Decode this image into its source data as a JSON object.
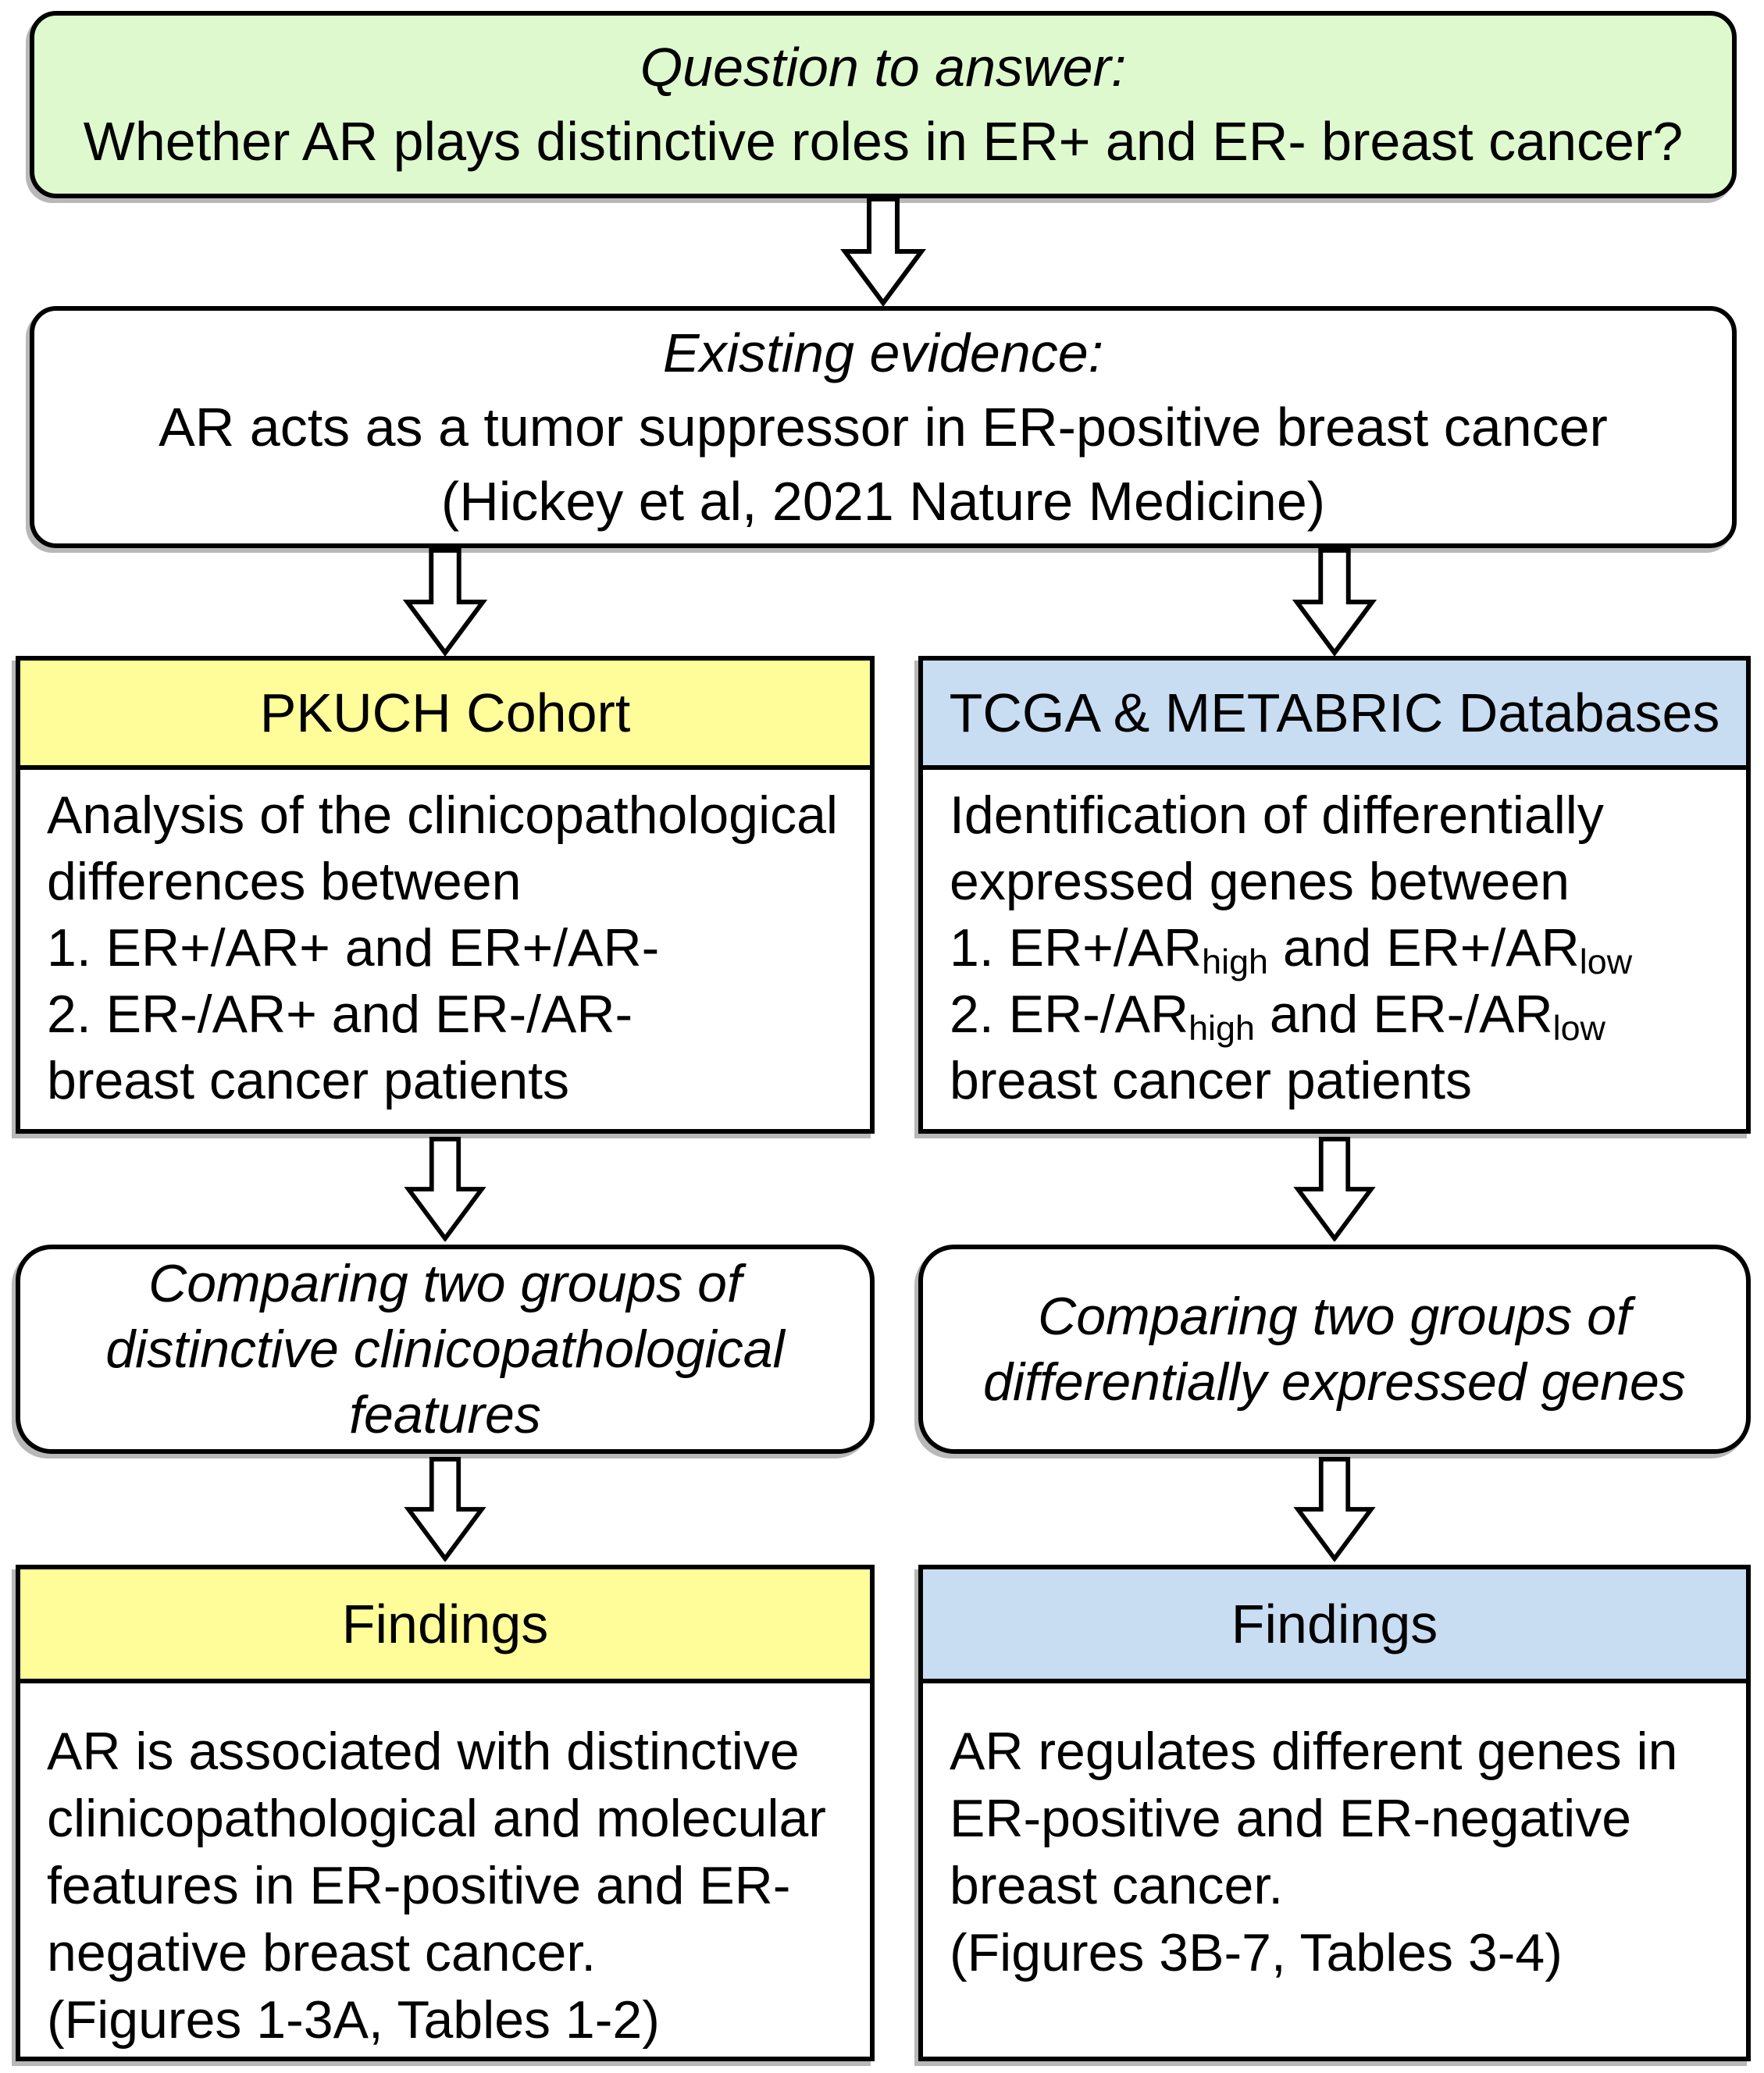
{
  "colors": {
    "green": "#DEF9CE",
    "yellow": "#FFFD99",
    "blue": "#C8DDF2",
    "border": "#000000",
    "background": "#FFFFFF"
  },
  "icons": {
    "down_arrow": "block-down-arrow"
  },
  "question_box": {
    "lines": [
      {
        "text": "Question to answer:",
        "italic": true
      },
      {
        "text": "Whether AR plays distinctive roles in ER+ and ER- breast cancer?"
      }
    ]
  },
  "evidence_box": {
    "lines": [
      {
        "text": "Existing evidence:",
        "italic": true
      },
      {
        "text": "AR acts as a tumor suppressor in ER-positive breast cancer"
      },
      {
        "text": "(Hickey et al, 2021 Nature Medicine)"
      }
    ]
  },
  "left_column": {
    "cohort_header": "PKUCH Cohort",
    "analysis_lines": [
      {
        "text": "Analysis of the clinicopathological"
      },
      {
        "text": "differences between"
      },
      {
        "text": "1. ER+/AR+ and ER+/AR-"
      },
      {
        "text": "2. ER-/AR+ and ER-/AR-"
      },
      {
        "text": "breast cancer patients"
      }
    ],
    "compare_lines": [
      {
        "text": "Comparing two groups of",
        "italic": true
      },
      {
        "text": "distinctive clinicopathological",
        "italic": true
      },
      {
        "text": "features",
        "italic": true
      }
    ],
    "findings_header": "Findings",
    "findings_lines": [
      {
        "text": "AR is associated with distinctive"
      },
      {
        "text": "clinicopathological and molecular"
      },
      {
        "text": "features in ER-positive and ER-"
      },
      {
        "text": "negative breast cancer."
      },
      {
        "text": "(Figures 1-3A, Tables 1-2)"
      }
    ]
  },
  "right_column": {
    "database_header": "TCGA & METABRIC Databases",
    "analysis_lines": [
      {
        "text": "Identification of differentially"
      },
      {
        "text": "expressed genes between"
      },
      {
        "segments": [
          {
            "t": "1. ER+/AR"
          },
          {
            "t": "high",
            "sub": true
          },
          {
            "t": " and ER+/AR"
          },
          {
            "t": "low",
            "sub": true
          }
        ]
      },
      {
        "segments": [
          {
            "t": "2. ER-/AR"
          },
          {
            "t": "high",
            "sub": true
          },
          {
            "t": " and ER-/AR"
          },
          {
            "t": "low",
            "sub": true
          }
        ]
      },
      {
        "text": "breast cancer patients"
      }
    ],
    "compare_lines": [
      {
        "text": "Comparing two groups of",
        "italic": true
      },
      {
        "text": "differentially expressed genes",
        "italic": true
      }
    ],
    "findings_header": "Findings",
    "findings_lines": [
      {
        "text": "AR regulates different genes in"
      },
      {
        "text": "ER-positive and ER-negative"
      },
      {
        "text": "breast cancer."
      },
      {
        "text": "(Figures 3B-7, Tables 3-4)"
      }
    ]
  }
}
